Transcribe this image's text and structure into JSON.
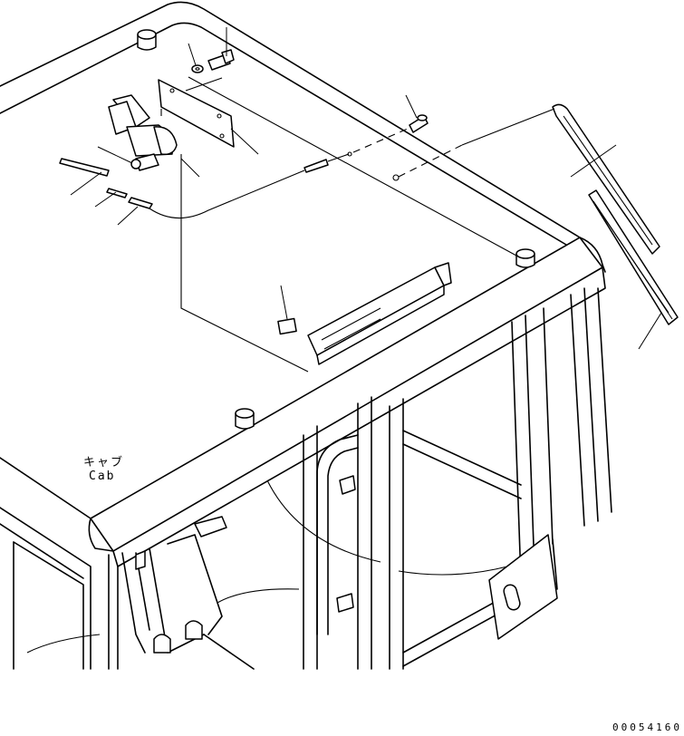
{
  "diagram": {
    "label_jp": "キャブ",
    "label_en": "Cab",
    "figure_number": "00054160"
  }
}
